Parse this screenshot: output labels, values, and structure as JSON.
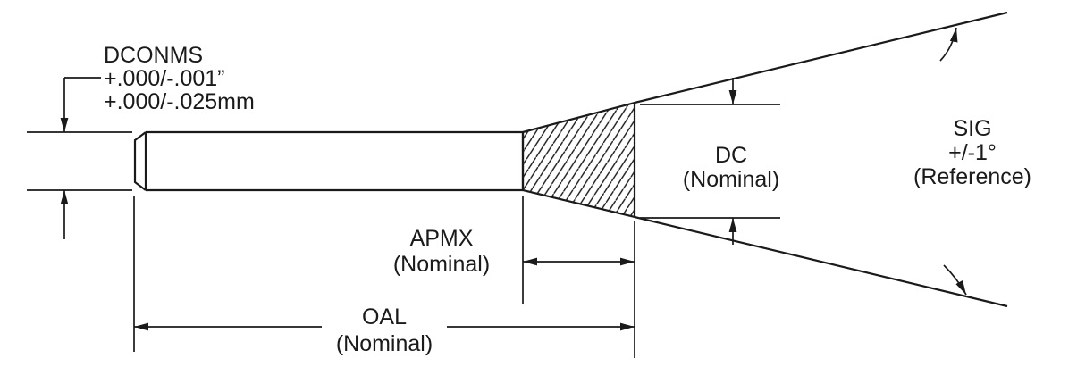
{
  "labels": {
    "dconms": {
      "name": "DCONMS",
      "tol_inch": "+.000/-.001”",
      "tol_mm": "+.000/-.025mm"
    },
    "dc": {
      "name": "DC",
      "qualifier": "(Nominal)"
    },
    "sig": {
      "name": "SIG",
      "tolerance": "+/-1°",
      "qualifier": "(Reference)"
    },
    "apmx": {
      "name": "APMX",
      "qualifier": "(Nominal)"
    },
    "oal": {
      "name": "OAL",
      "qualifier": "(Nominal)"
    }
  },
  "colors": {
    "line": "#1a1a1a",
    "background": "#ffffff"
  }
}
